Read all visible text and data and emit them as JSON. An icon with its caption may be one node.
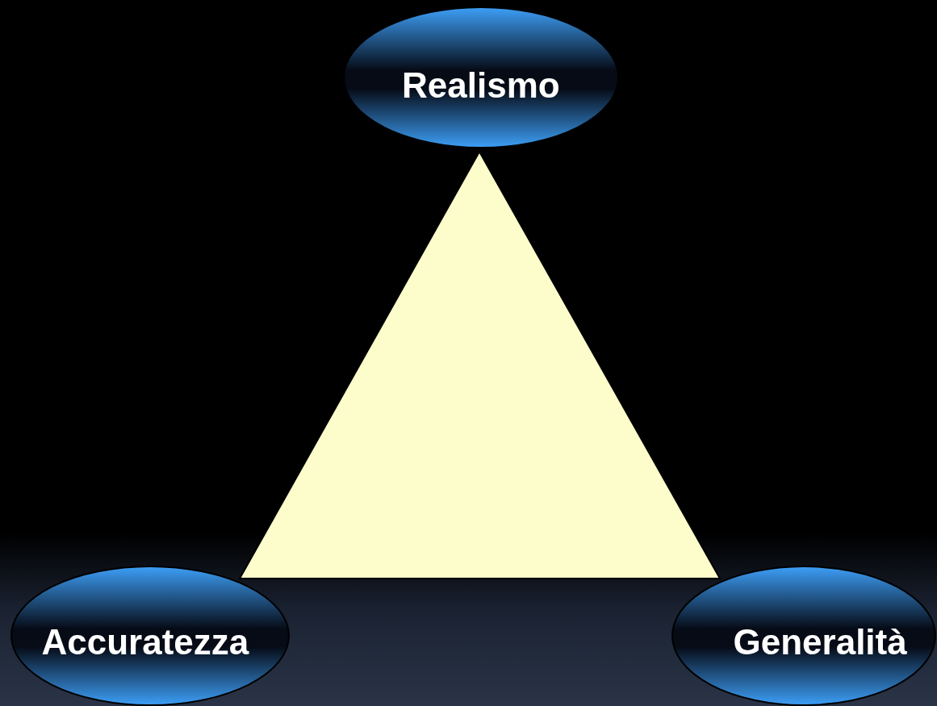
{
  "diagram": {
    "nodes": [
      {
        "text": [
          "Realismo"
        ]
      },
      {
        "text": [
          "Accuratezza"
        ]
      },
      {
        "text": [
          "Generalità"
        ]
      }
    ]
  }
}
